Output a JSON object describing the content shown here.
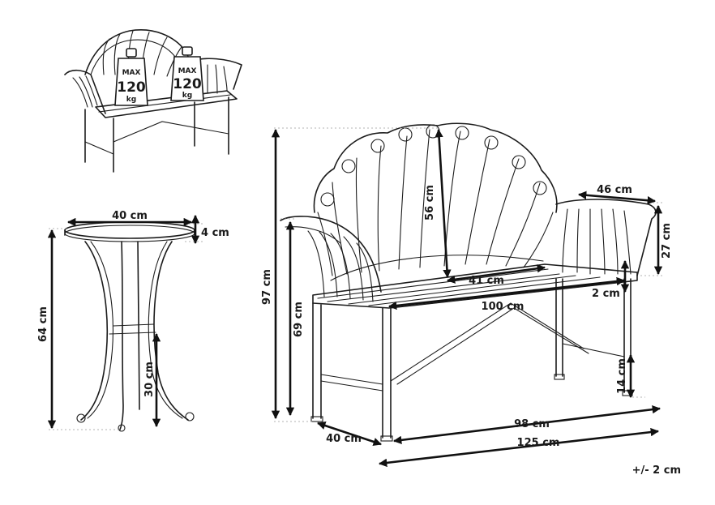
{
  "weight_badges": {
    "left": {
      "line1": "MAX",
      "line2": "120",
      "line3": "kg"
    },
    "right": {
      "line1": "MAX",
      "line2": "120",
      "line3": "kg"
    }
  },
  "table_dims": {
    "top_diameter": "40 cm",
    "top_thickness": "4 cm",
    "total_height": "64 cm",
    "base_height": "30 cm"
  },
  "bench_dims": {
    "total_height": "97 cm",
    "seat_height": "69 cm",
    "back_height": "56 cm",
    "armrest_width": "46 cm",
    "armrest_height": "27 cm",
    "seat_depth": "41 cm",
    "seat_width": "100 cm",
    "seat_thickness": "2 cm",
    "stretcher_height": "14 cm",
    "leg_span": "98 cm",
    "total_width": "125 cm",
    "depth": "40 cm"
  },
  "tolerance": "+/- 2 cm"
}
